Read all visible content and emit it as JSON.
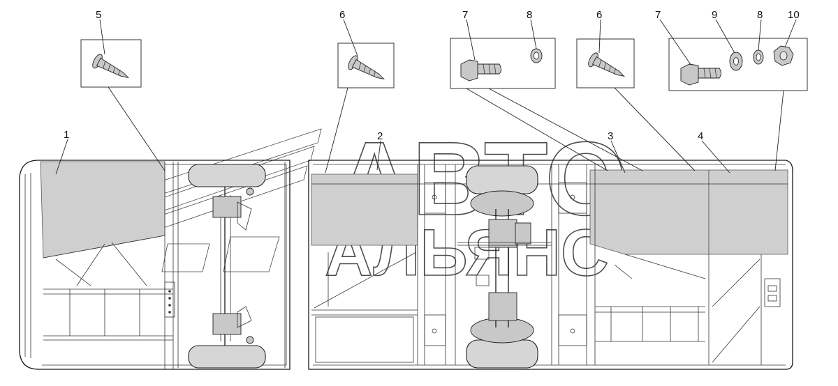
{
  "callouts": [
    {
      "id": "1",
      "label": "1"
    },
    {
      "id": "2",
      "label": "2"
    },
    {
      "id": "3",
      "label": "3"
    },
    {
      "id": "4",
      "label": "4"
    },
    {
      "id": "5",
      "label": "5"
    },
    {
      "id": "6a",
      "label": "6"
    },
    {
      "id": "7a",
      "label": "7"
    },
    {
      "id": "8a",
      "label": "8"
    },
    {
      "id": "6b",
      "label": "6"
    },
    {
      "id": "7b",
      "label": "7"
    },
    {
      "id": "9",
      "label": "9"
    },
    {
      "id": "8b",
      "label": "8"
    },
    {
      "id": "10",
      "label": "10"
    }
  ],
  "watermark": {
    "line1": "АВТО",
    "line2": "АЛЬЯНС",
    "color": "#3a3a3a"
  },
  "colors": {
    "panel": "#cfcfcf",
    "stroke": "#1a1a1a",
    "background": "#ffffff"
  },
  "icons": [
    "self-tapping-screw-icon",
    "hex-bolt-icon",
    "spring-washer-icon",
    "flat-washer-icon",
    "hex-nut-icon",
    "bus-chassis-icon"
  ]
}
